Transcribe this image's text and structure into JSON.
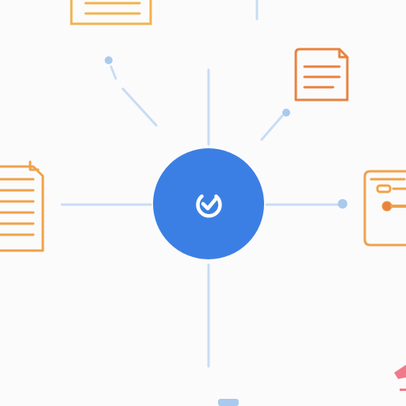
{
  "colors": {
    "background": "#fbfbfc",
    "connector": "#c8dcf4",
    "connector_dot": "#a9c9ee",
    "hub_fill": "#3c7fe4",
    "hub_icon": "#ffffff",
    "doc_orange": "#f0a24a",
    "doc_orange_dark": "#e9823e",
    "doc_amber": "#f2b34c",
    "accent_pink": "#f07a8a"
  },
  "diagram": {
    "hub": {
      "name": "central-hub",
      "icon": "check-clock-icon"
    },
    "nodes": [
      {
        "name": "document-top-left",
        "icon": "document-icon"
      },
      {
        "name": "document-top-right",
        "icon": "document-icon"
      },
      {
        "name": "document-left",
        "icon": "document-icon"
      },
      {
        "name": "workflow-card-right",
        "icon": "flow-card-icon"
      }
    ]
  }
}
